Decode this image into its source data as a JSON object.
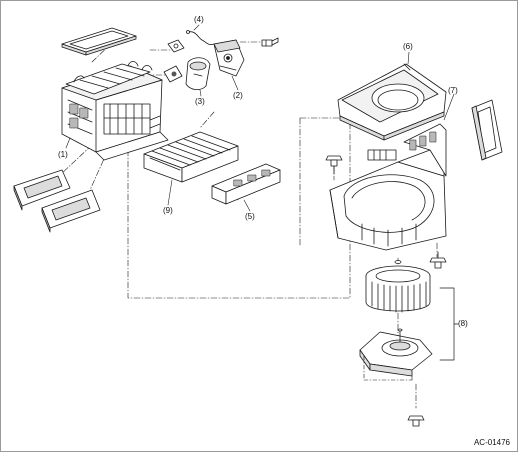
{
  "diagram": {
    "callouts": {
      "c1": "(1)",
      "c2": "(2)",
      "c3": "(3)",
      "c4": "(4)",
      "c5": "(5)",
      "c6": "(6)",
      "c7": "(7)",
      "c8": "(8)",
      "c9": "(9)"
    },
    "figure_code": "AC-01476"
  },
  "colors": {
    "line": "#1a1a1a",
    "fill": "#ffffff",
    "shade": "#b8b8b8",
    "dark": "#555555"
  }
}
